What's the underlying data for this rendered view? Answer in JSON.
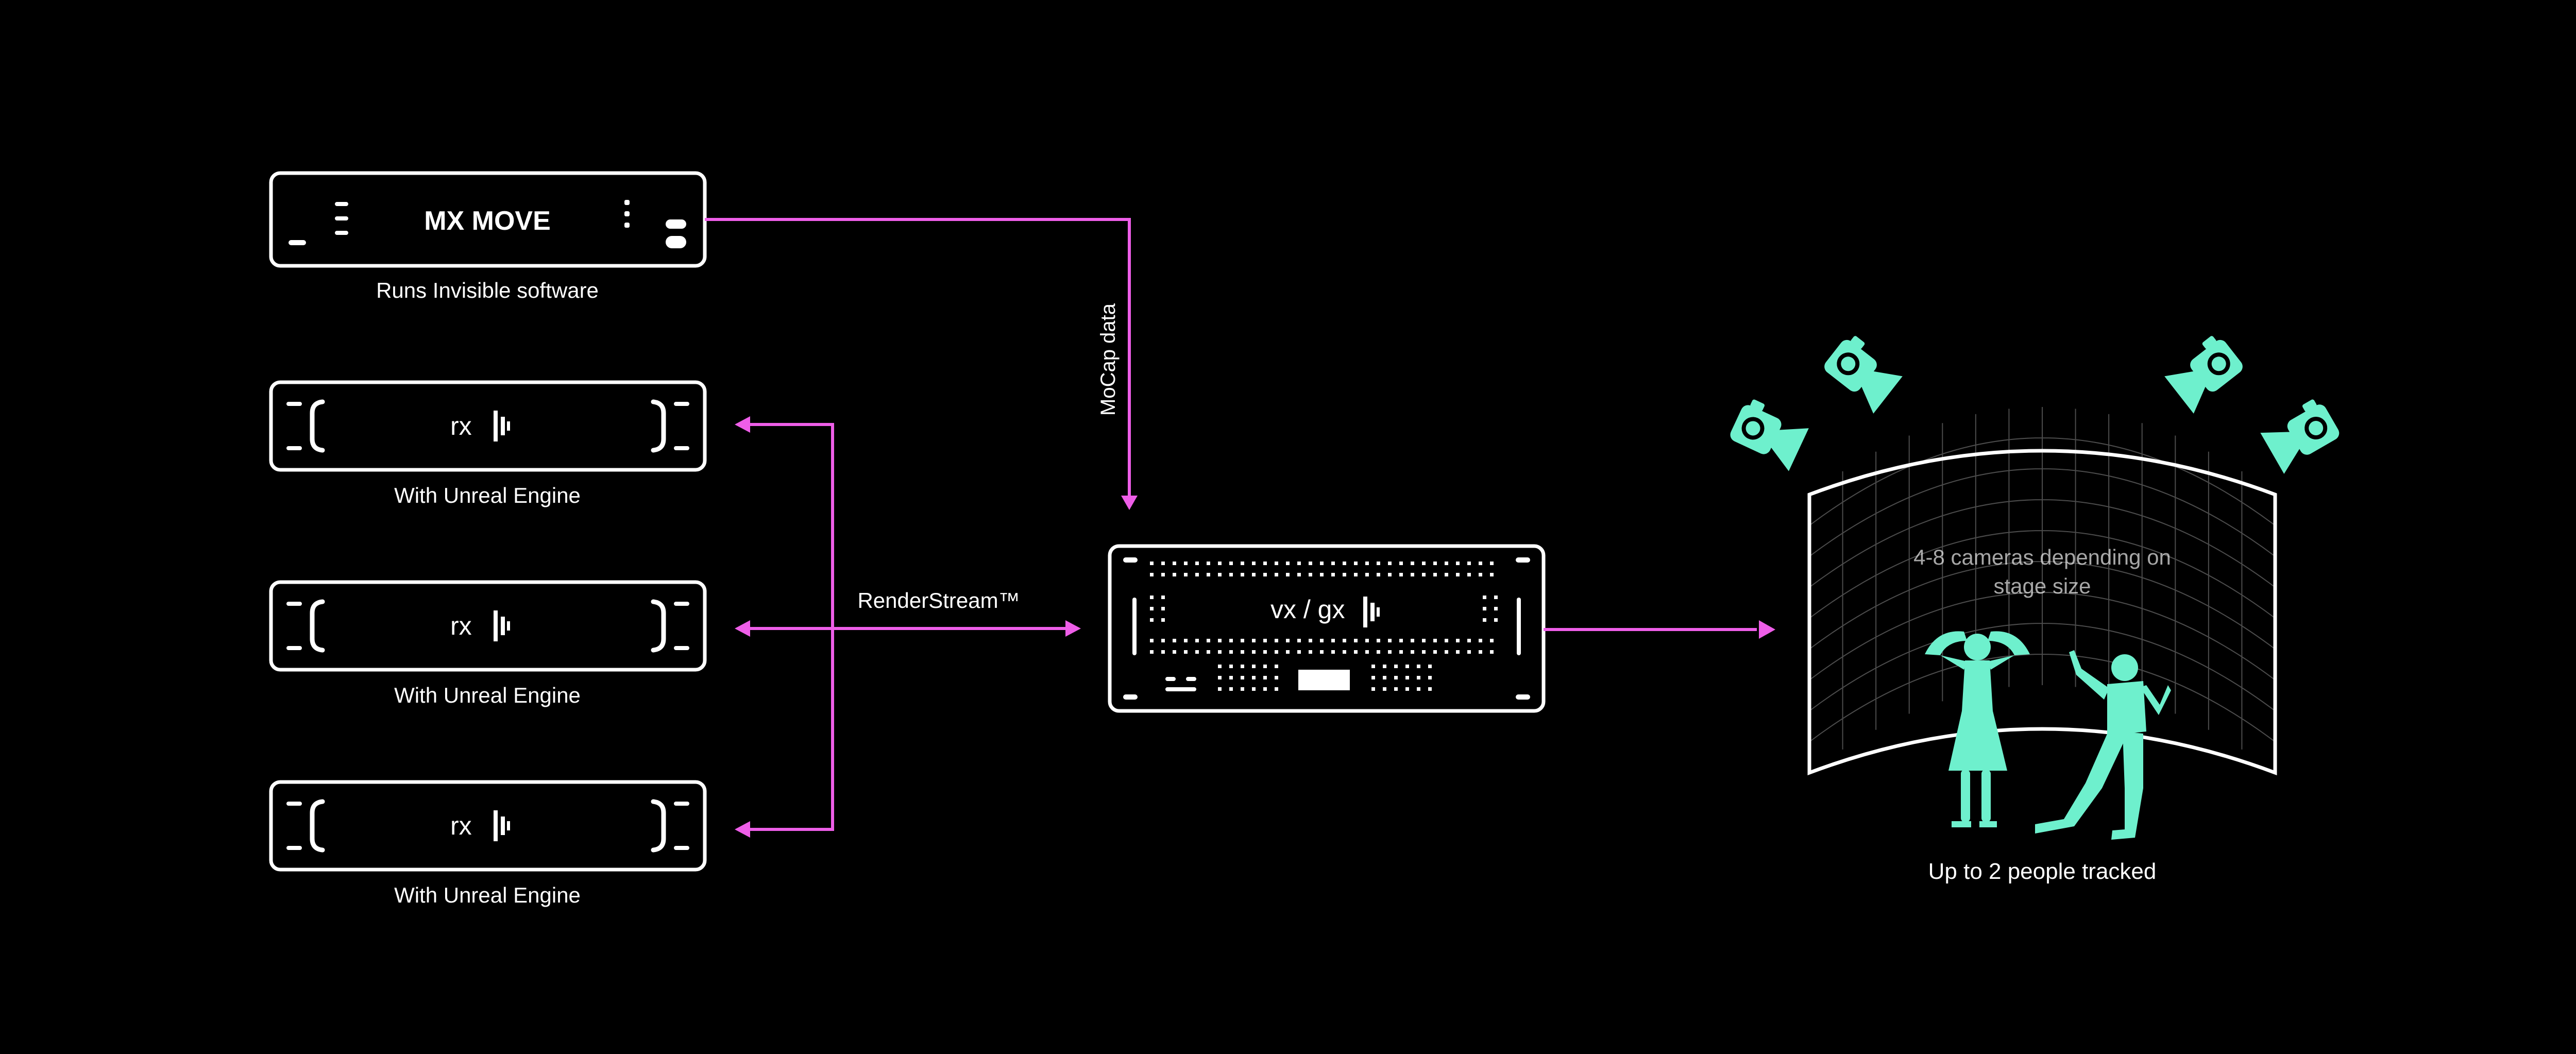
{
  "devices": {
    "mx_move": {
      "title": "MX MOVE",
      "caption": "Runs Invisible software"
    },
    "rx_units": [
      {
        "label": "rx",
        "caption": "With Unreal Engine"
      },
      {
        "label": "rx",
        "caption": "With Unreal Engine"
      },
      {
        "label": "rx",
        "caption": "With Unreal Engine"
      }
    ],
    "vx_gx": {
      "label": "vx / gx"
    }
  },
  "connections": {
    "mocap_label": "MoCap data",
    "renderstream_label": "RenderStream™"
  },
  "stage": {
    "cameras_note_line1": "4-8 cameras depending on",
    "cameras_note_line2": "stage size",
    "caption": "Up to 2 people tracked"
  },
  "colors": {
    "background": "#000000",
    "line": "#ffffff",
    "connector": "#ee5ee8",
    "accent": "#6ef0cd",
    "grid": "#8a8a8a"
  },
  "icons": [
    "camera-icon",
    "person-silhouette-icon",
    "waveform-logo-icon"
  ]
}
